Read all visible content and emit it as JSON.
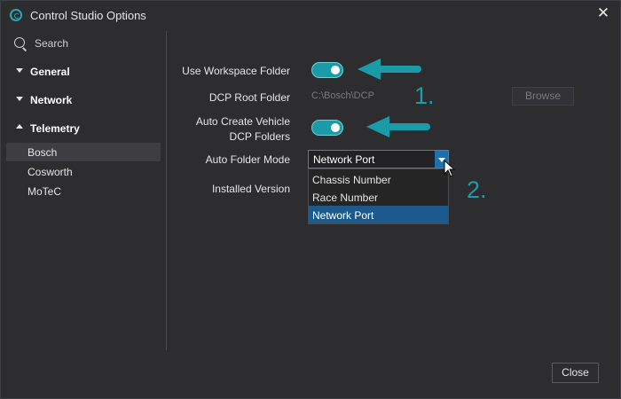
{
  "window": {
    "title": "Control Studio Options",
    "app_icon": "control-studio-logo-icon",
    "close_icon": "close-icon"
  },
  "sidebar": {
    "search_placeholder": "Search",
    "groups": [
      {
        "label": "General",
        "expanded": false
      },
      {
        "label": "Network",
        "expanded": false
      },
      {
        "label": "Telemetry",
        "expanded": true
      }
    ],
    "items": [
      {
        "label": "Bosch",
        "selected": true
      },
      {
        "label": "Cosworth",
        "selected": false
      },
      {
        "label": "MoTeC",
        "selected": false
      }
    ]
  },
  "form": {
    "use_workspace_folder": {
      "label": "Use Workspace Folder",
      "value": true
    },
    "dcp_root_folder": {
      "label": "DCP Root Folder",
      "value": "C:\\Bosch\\DCP",
      "browse_label": "Browse"
    },
    "auto_create": {
      "label_line1": "Auto Create Vehicle",
      "label_line2": "DCP Folders",
      "value": true
    },
    "auto_folder_mode": {
      "label": "Auto Folder Mode",
      "value": "Network Port",
      "options": [
        "Chassis Number",
        "Race Number",
        "Network Port"
      ],
      "selected_index": 2
    },
    "installed_version": {
      "label": "Installed Version"
    }
  },
  "annotations": {
    "one": "1.",
    "two": "2."
  },
  "footer": {
    "close_label": "Close"
  },
  "colors": {
    "accent": "#1b9aa8",
    "annotation": "#1f9aa8",
    "selection": "#1c5a8e",
    "dropdown_button": "#1e6fb0"
  }
}
